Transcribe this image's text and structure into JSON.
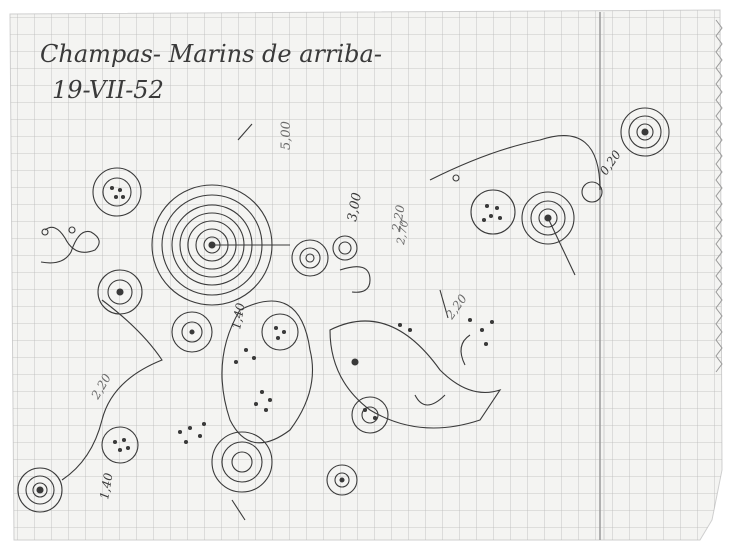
{
  "document": {
    "heading_line1": "Champas- Marins de arriba-",
    "heading_line2": "19-VII-52",
    "annotations": {
      "a1": "5,00",
      "a2": "3,00",
      "a3": "2,20",
      "a4": "0,20",
      "a5": "2,20",
      "a6": "1,40",
      "a7": "2,20",
      "a8": "2,70",
      "a9": "1,40"
    }
  },
  "colors": {
    "paper": "#f4f4f2",
    "grid": "#b9b9b9",
    "pencil": "#3a3a3a"
  }
}
